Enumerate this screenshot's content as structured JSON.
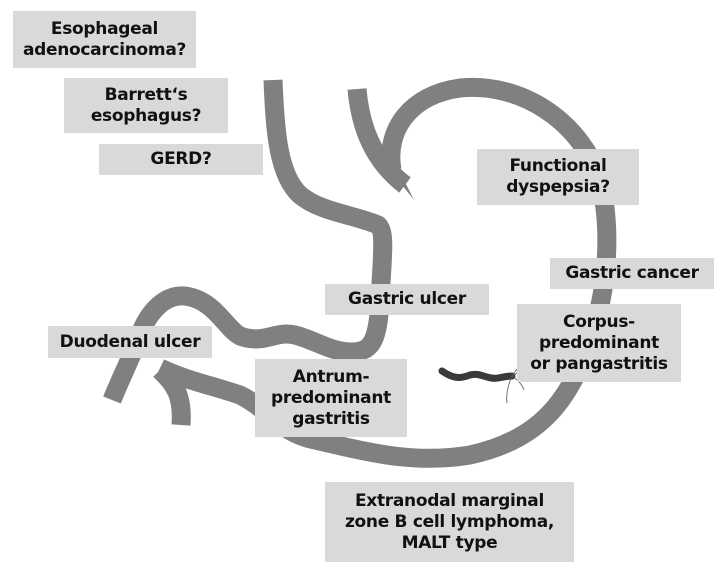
{
  "diagram": {
    "title": "H. pylori associated gastric diseases",
    "colors": {
      "stomach_outline": "#808080",
      "label_background": "#d9d9d9",
      "label_text": "#111111",
      "bacterium": "#333333"
    },
    "icons": {
      "organ": "stomach-outline-icon",
      "organism": "helicobacter-pylori-icon"
    },
    "labels": {
      "esophageal_adenocarcinoma": [
        "Esophageal",
        "adenocarcinoma?"
      ],
      "barretts_esophagus": [
        "Barrett‘s",
        "esophagus?"
      ],
      "gerd": [
        "GERD?"
      ],
      "functional_dyspepsia": [
        "Functional",
        "dyspepsia?"
      ],
      "gastric_cancer": [
        "Gastric cancer"
      ],
      "gastric_ulcer": [
        "Gastric ulcer"
      ],
      "corpus_predominant": [
        "Corpus-",
        "predominant",
        "or pangastritis"
      ],
      "duodenal_ulcer": [
        "Duodenal ulcer"
      ],
      "antrum_predominant": [
        "Antrum-",
        "predominant",
        "gastritis"
      ],
      "malt_lymphoma": [
        "Extranodal marginal",
        "zone B cell lymphoma,",
        "MALT type"
      ]
    }
  }
}
